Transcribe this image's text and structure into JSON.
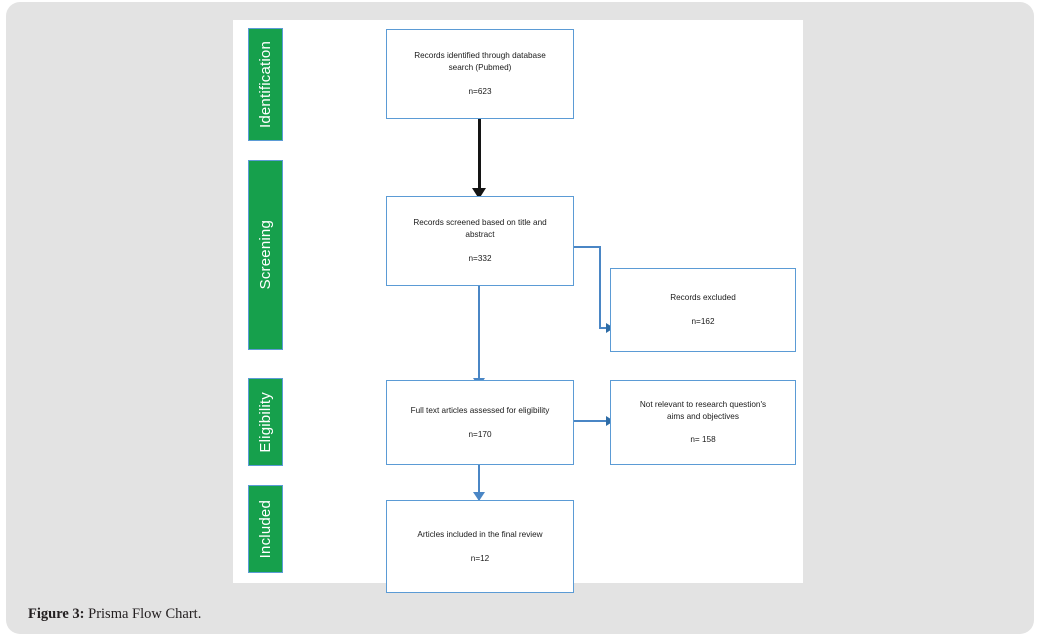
{
  "figure": {
    "caption_label": "Figure 3:",
    "caption_text": " Prisma Flow Chart.",
    "panel_background": "#ffffff",
    "page_background": "#e3e3e3"
  },
  "colors": {
    "stage_green": "#16a04c",
    "box_border_blue": "#5b9bd5",
    "connector_blue": "#4a86c5",
    "connector_dark": "#141414"
  },
  "stages": [
    {
      "id": "identification",
      "label": "Identification"
    },
    {
      "id": "screening",
      "label": "Screening"
    },
    {
      "id": "eligibility",
      "label": "Eligibility"
    },
    {
      "id": "included",
      "label": "Included"
    }
  ],
  "boxes": [
    {
      "id": "records-identified",
      "text": "Records identified through database\nsearch (Pubmed)",
      "count": "n=623"
    },
    {
      "id": "records-screened",
      "text": "Records screened based on title and\nabstract",
      "count": "n=332"
    },
    {
      "id": "records-excluded",
      "text": "Records excluded",
      "count": "n=162"
    },
    {
      "id": "full-text-assessed",
      "text": "Full text articles assessed for eligibility",
      "count": "n=170"
    },
    {
      "id": "not-relevant",
      "text": "Not relevant to research question's\naims and objectives",
      "count": "n= 158"
    },
    {
      "id": "articles-included",
      "text": "Articles included in the final review",
      "count": "n=12"
    }
  ],
  "chart_data": {
    "type": "diagram",
    "title": "Prisma Flow Chart",
    "diagram_kind": "PRISMA flow diagram",
    "stages": [
      "Identification",
      "Screening",
      "Eligibility",
      "Included"
    ],
    "nodes": [
      {
        "stage": "Identification",
        "label": "Records identified through database search (Pubmed)",
        "n": 623
      },
      {
        "stage": "Screening",
        "label": "Records screened based on title and abstract",
        "n": 332
      },
      {
        "stage": "Screening",
        "label": "Records excluded",
        "n": 162
      },
      {
        "stage": "Eligibility",
        "label": "Full text articles assessed for eligibility",
        "n": 170
      },
      {
        "stage": "Eligibility",
        "label": "Not relevant to research question's aims and objectives",
        "n": 158
      },
      {
        "stage": "Included",
        "label": "Articles included in the final review",
        "n": 12
      }
    ],
    "edges": [
      {
        "from": "Records identified through database search (Pubmed)",
        "to": "Records screened based on title and abstract",
        "direction": "down"
      },
      {
        "from": "Records screened based on title and abstract",
        "to": "Records excluded",
        "direction": "right"
      },
      {
        "from": "Records screened based on title and abstract",
        "to": "Full text articles assessed for eligibility",
        "direction": "down"
      },
      {
        "from": "Full text articles assessed for eligibility",
        "to": "Not relevant to research question's aims and objectives",
        "direction": "right"
      },
      {
        "from": "Full text articles assessed for eligibility",
        "to": "Articles included in the final review",
        "direction": "down"
      }
    ]
  }
}
